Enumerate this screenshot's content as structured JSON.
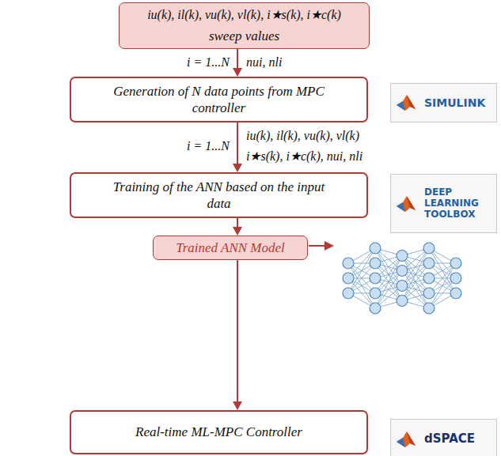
{
  "diagram": {
    "nodes": [
      {
        "text": [
          "iu(k), il(k), vu(k), vl(k), i★s(k), i★c(k)",
          "sweep values"
        ]
      },
      {
        "text": [
          "Generation of N data points from MPC controller"
        ]
      },
      {
        "text": [
          "SIMULINK"
        ]
      },
      {
        "text": [
          "Training of the ANN based on the input data"
        ]
      },
      {
        "text": [
          "DEEP LEARNING TOOLBOX"
        ]
      },
      {
        "text": [
          "Trained ANN Model"
        ]
      },
      {
        "text": [
          "Real-time ML-MPC Controller"
        ]
      },
      {
        "text": [
          "dSPACE"
        ]
      }
    ],
    "edges": [
      {
        "from": 0,
        "to": 1,
        "arrow": "to"
      },
      {
        "from": 1,
        "to": 3,
        "arrow": "to"
      },
      {
        "from": 3,
        "to": 5,
        "arrow": "to"
      },
      {
        "from": 5,
        "to": 6,
        "arrow": "to"
      }
    ],
    "labels": [
      "i = 1...N",
      "nui, nli",
      "i = 1...N",
      "iu(k), il(k), vu(k), vl(k)",
      "i★s(k), i★c(k), nui, nli"
    ]
  }
}
